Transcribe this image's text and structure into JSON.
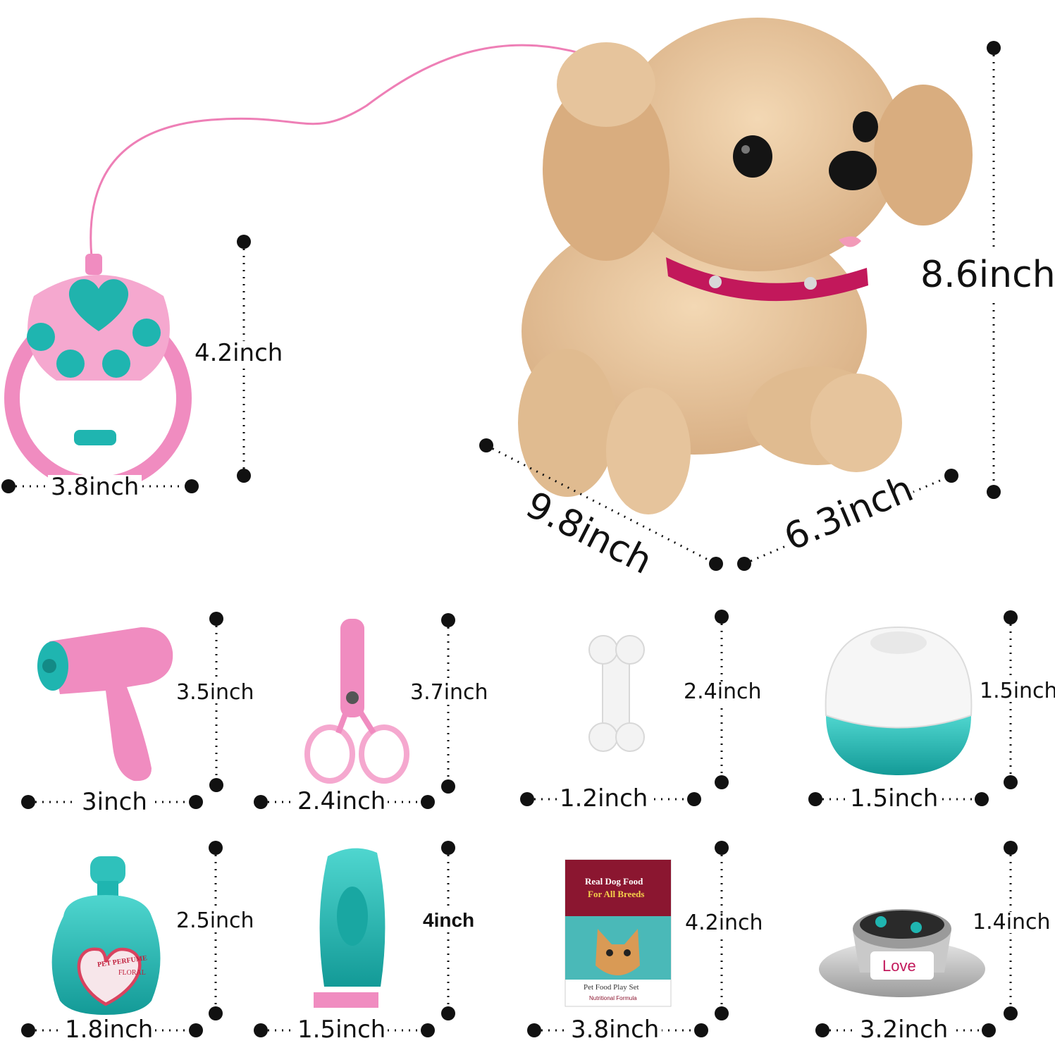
{
  "products": {
    "dog": {
      "height": "8.6inch",
      "length": "9.8inch",
      "width": "6.3inch"
    },
    "remote": {
      "height": "4.2inch",
      "width": "3.8inch"
    },
    "hair_dryer": {
      "height": "3.5inch",
      "width": "3inch"
    },
    "scissors": {
      "height": "3.7inch",
      "width": "2.4inch"
    },
    "bone": {
      "height": "2.4inch",
      "width": "1.2inch"
    },
    "food_container": {
      "height": "1.5inch",
      "width": "1.5inch"
    },
    "perfume_bottle": {
      "height": "2.5inch",
      "width": "1.8inch",
      "label_line1": "PET PERFUME",
      "label_line2": "FLORAL"
    },
    "clipper": {
      "height": "4inch",
      "width": "1.5inch"
    },
    "food_box": {
      "height": "4.2inch",
      "width": "3.8inch",
      "title_line1": "Real Dog Food",
      "title_line2": "For All Breeds",
      "footer_line1": "Pet Food Play Set",
      "footer_line2": "Nutritional Formula"
    },
    "food_bowl": {
      "height": "1.4inch",
      "width": "3.2inch",
      "label": "Love"
    }
  },
  "colors": {
    "plush": "#e6c49c",
    "collar": "#c2185b",
    "pink": "#f08cc0",
    "teal": "#1fb5b0",
    "dim": "#111111"
  }
}
